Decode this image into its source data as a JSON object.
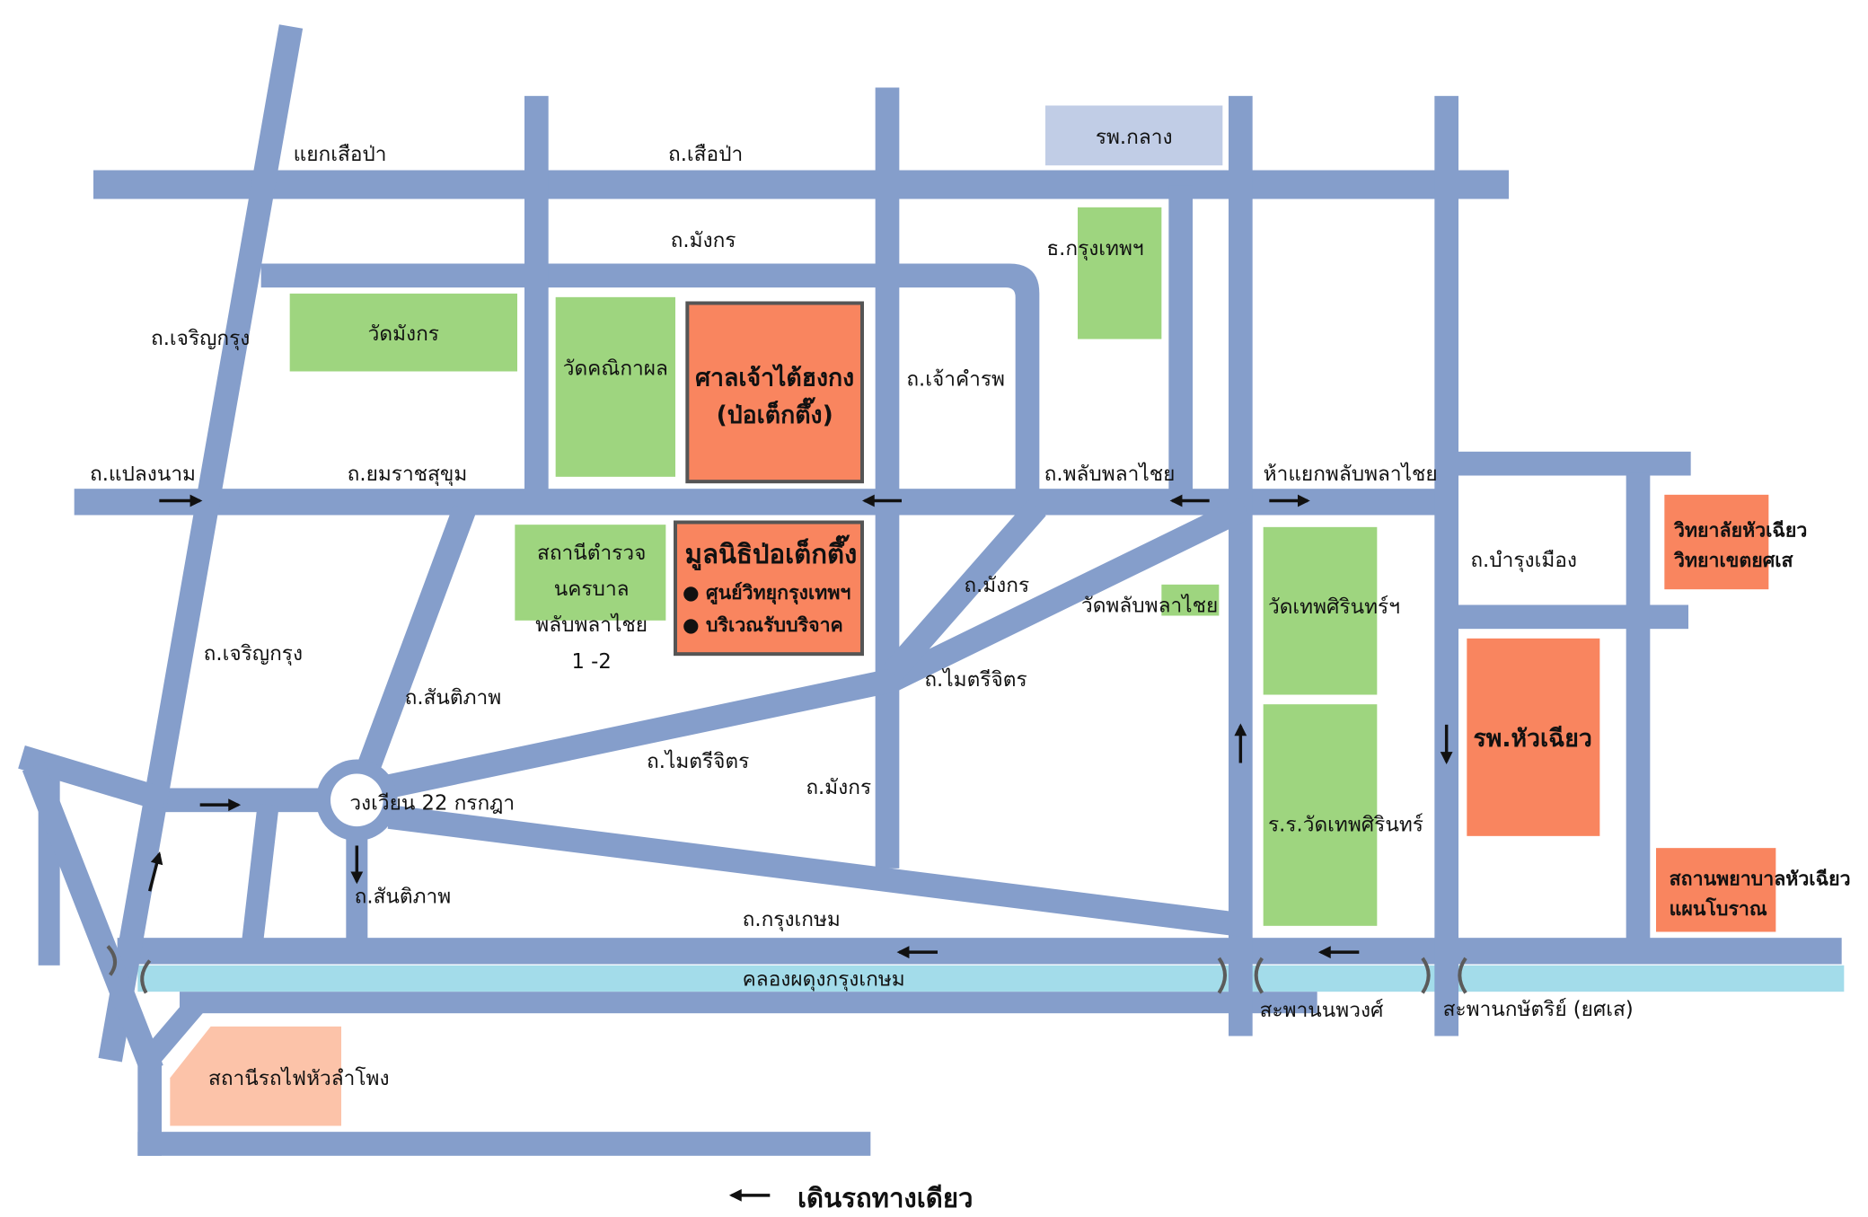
{
  "colors": {
    "road": "#859ecb",
    "canal": "#a3dcea",
    "green_area": "#9ed57f",
    "highlight": "#f9855f",
    "central_hospital": "#c1cde6",
    "station": "#fcc3a9",
    "bracket": "#5b5b5b",
    "outline": "#555555",
    "arrow": "#111111"
  },
  "roads": {
    "yaek_suea_pa": "แยกเสือป่า",
    "suea_pa": "ถ.เสือป่า",
    "mangkon_top": "ถ.มังกร",
    "charoen_krung_upper": "ถ.เจริญกรุง",
    "chao_khamrop": "ถ.เจ้าคำรพ",
    "plaeng_nam": "ถ.แปลงนาม",
    "yommarat_sukhum": "ถ.ยมราชสุขุม",
    "phlap_phla_chai": "ถ.พลับพลาไชย",
    "ha_yaek_phlap_phla_chai": "ห้าแยกพลับพลาไชย",
    "bamrung_mueang": "ถ.บำรุงเมือง",
    "mangkon_middle": "ถ.มังกร",
    "charoen_krung_lower": "ถ.เจริญกรุง",
    "santiphap_upper": "ถ.สันติภาพ",
    "maitri_chit_right": "ถ.ไมตรีจิตร",
    "maitri_chit_left": "ถ.ไมตรีจิตร",
    "mangkon_lower": "ถ.มังกร",
    "roundabout": "วงเวียน 22 กรกฎา",
    "santiphap_lower": "ถ.สันติภาพ",
    "krung_kasem": "ถ.กรุงเกษม",
    "canal": "คลองผดุงกรุงเกษม",
    "bridge_nopphawong": "สะพานนพวงศ์",
    "bridge_kasat": "สะพานกษัตริย์ (ยศเส)"
  },
  "places": {
    "wat_mangkon": "วัดมังกร",
    "wat_khanikaphon": "วัดคณิกาผล",
    "shrine": {
      "line1": "ศาลเจ้าไต้ฮงกง",
      "line2": "(ป่อเต็กตึ๊ง)"
    },
    "bangkok_bank": "ธ.กรุงเทพฯ",
    "central_hospital": "รพ.กลาง",
    "police_station": {
      "line1": "สถานีตำรวจ",
      "line2": "นครบาล",
      "line3": "พลับพลาไชย",
      "line4": "1 -2"
    },
    "foundation": {
      "title": "มูลนิธิป่อเต็กตึ๊ง",
      "bullet1": "● ศูนย์วิทยุกรุงเทพฯ",
      "bullet2": "● บริเวณรับบริจาค"
    },
    "wat_phlapphlachai": "วัดพลับพลาไชย",
    "wat_thep_sirin": "วัดเทพศิรินทร์ฯ",
    "thep_sirin_school": "ร.ร.วัดเทพศิรินทร์",
    "huachiew_college": {
      "line1": "วิทยาลัยหัวเฉียว",
      "line2": "วิทยาเขตยศเส"
    },
    "huachiew_hospital": "รพ.หัวเฉียว",
    "huachiew_clinic": {
      "line1": "สถานพยาบาลหัวเฉียว",
      "line2": "แผนโบราณ"
    },
    "hua_lamphong": "สถานีรถไฟหัวลำโพง"
  },
  "legend": {
    "icon": "arrow-left-icon",
    "label": "เดินรถทางเดียว"
  }
}
